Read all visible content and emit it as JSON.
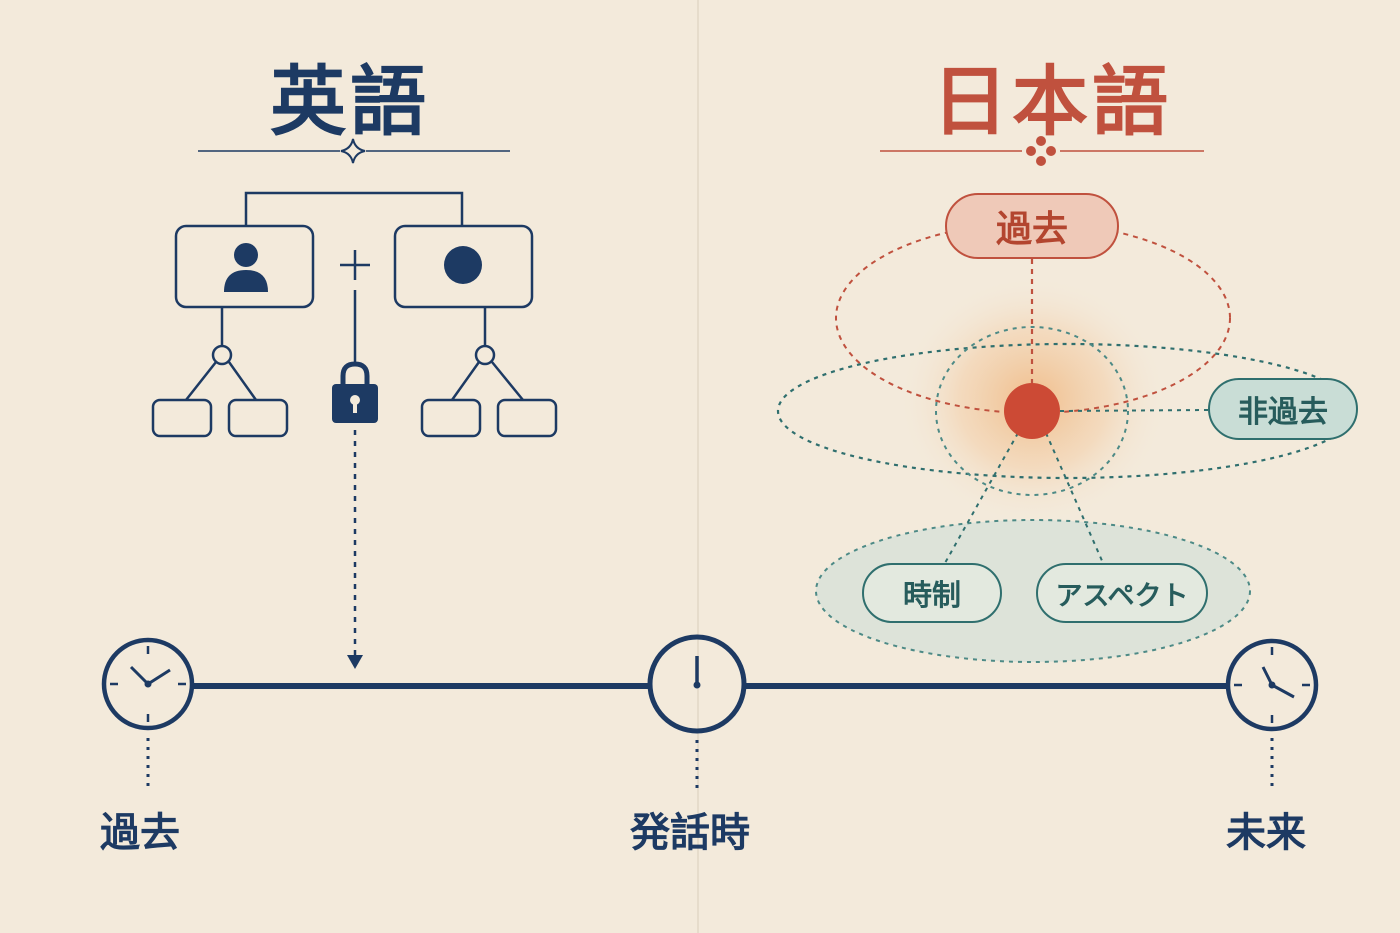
{
  "left": {
    "title": "英語",
    "icons": [
      "person-icon",
      "dot-icon",
      "lock-icon",
      "plus-icon"
    ]
  },
  "right": {
    "title": "日本語",
    "labels": {
      "past": "過去",
      "non_past": "非過去",
      "tense": "時制",
      "aspect": "アスペクト"
    }
  },
  "timeline": {
    "past": "過去",
    "speech_time": "発話時",
    "future": "未来"
  },
  "colors": {
    "navy": "#1d3a63",
    "red": "#c0513e",
    "teal": "#2f6f6e",
    "background": "#f3eadb"
  }
}
